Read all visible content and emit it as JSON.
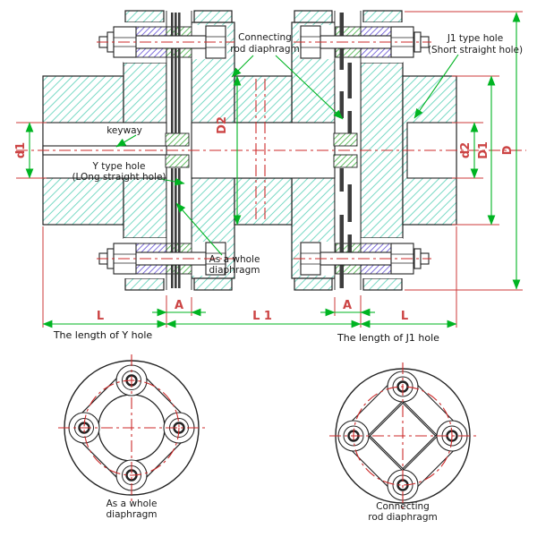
{
  "drawing_type": "Diaphragm coupling technical drawing",
  "callouts": {
    "connecting_rod": {
      "line1": "Connecting",
      "line2": "rod diaphragm"
    },
    "j1_hole": {
      "line1": "J1 type hole",
      "line2": "(Short straight hole)"
    },
    "keyway": "keyway",
    "y_hole": {
      "line1": "Y type hole",
      "line2": "(LOng straight hole)"
    },
    "whole_diaphragm": {
      "line1": "As a whole",
      "line2": "diaphragm"
    }
  },
  "dims": {
    "d1": "d1",
    "D2": "D2",
    "d2": "d2",
    "D1": "D1",
    "D": "D",
    "A": "A",
    "L": "L",
    "L1": "L 1"
  },
  "notes": {
    "y_len": "The length of Y hole",
    "j1_len": "The length of J1 hole"
  },
  "views": {
    "left_caption": {
      "line1": "As a whole",
      "line2": "diaphragm"
    },
    "right_caption": {
      "line1": "Connecting",
      "line2": "rod diaphragm"
    }
  },
  "colors": {
    "outline": "#222222",
    "hatch_cyan": "#79d9c5",
    "hatch_green": "#3fae3f",
    "hatch_purple": "#6a58d8",
    "diaphragm_dark": "#3d3d3d",
    "centerline_red": "#cc2a2a",
    "extension_red": "#cc3a3a",
    "dimension_green": "#00b422",
    "dimension_text_red": "#cc4444",
    "label_black": "#1a1a1a"
  }
}
